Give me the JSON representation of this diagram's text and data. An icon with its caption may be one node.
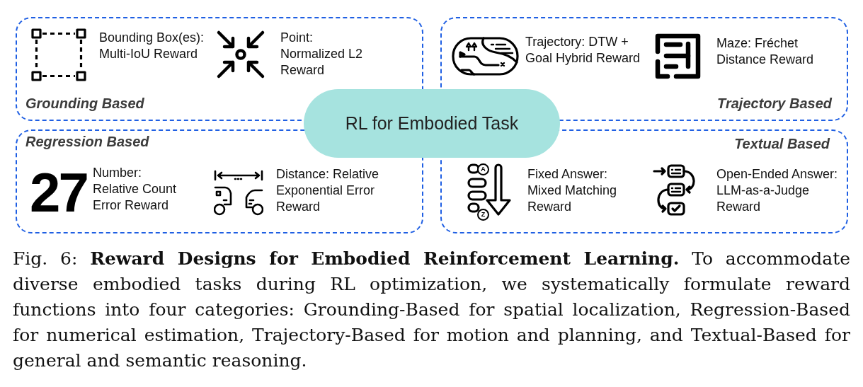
{
  "diagram": {
    "caption": "Fig. 6: **Reward Designs for Embodied Reinforcement Learning.** To accommodate diverse embodied tasks during RL optimization, we systematically formulate reward functions into four categories: Grounding-Based for spatial localization, Regression-Based for numerical estimation, Trajectory-Based for motion and planning, and Textual-Based for general and semantic reasoning.",
    "nodes": [
      {
        "text": [
          "Bounding Box(es): Multi-IoU Reward",
          "Point: Normalized L2 Reward",
          "Grounding Based"
        ]
      },
      {
        "text": [
          "Trajectory: DTW + Goal Hybrid Reward",
          "Maze: Fréchet Distance Reward",
          "Trajectory Based"
        ]
      },
      {
        "text": [
          "RL for Embodied Task"
        ]
      },
      {
        "text": [
          "Regression Based",
          "27",
          "Number: Relative Count Error Reward",
          "Distance: Relative Exponential Error Reward"
        ]
      },
      {
        "text": [
          "Textual Based",
          "Fixed Answer: Mixed Matching Reward",
          "Open-Ended Answer: LLM-as-a-Judge Reward"
        ]
      }
    ],
    "labels": [
      "A",
      "Z"
    ]
  }
}
